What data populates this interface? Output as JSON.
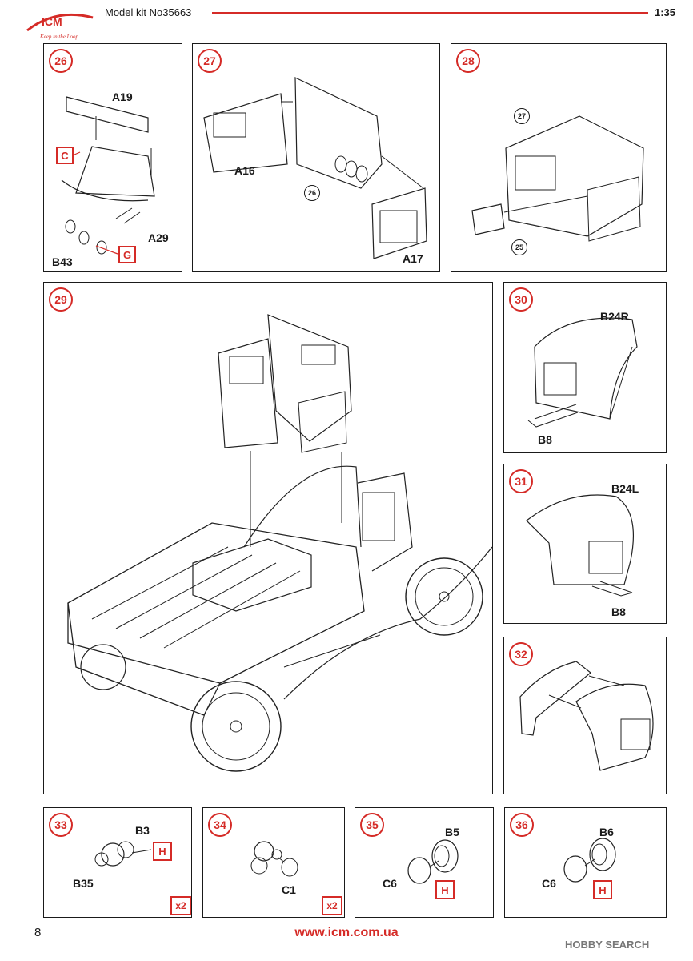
{
  "header": {
    "brand": "ICM",
    "tagline": "Keep in the Loop",
    "model_label": "Model kit No35663",
    "scale": "1:35"
  },
  "colors": {
    "accent": "#d52b27",
    "ink": "#1a1a1a"
  },
  "steps": [
    {
      "num": "26",
      "parts": [
        "A19",
        "A29",
        "B43"
      ],
      "markers": [
        "C",
        "G"
      ]
    },
    {
      "num": "27",
      "parts": [
        "A16",
        "A17"
      ],
      "refs": [
        "26"
      ]
    },
    {
      "num": "28",
      "refs": [
        "27",
        "25"
      ]
    },
    {
      "num": "29"
    },
    {
      "num": "30",
      "parts": [
        "B24R",
        "B8"
      ]
    },
    {
      "num": "31",
      "parts": [
        "B24L",
        "B8"
      ]
    },
    {
      "num": "32"
    },
    {
      "num": "33",
      "parts": [
        "B3",
        "B35"
      ],
      "markers": [
        "H"
      ],
      "multiplier": "x2"
    },
    {
      "num": "34",
      "parts": [
        "C1"
      ],
      "multiplier": "x2"
    },
    {
      "num": "35",
      "parts": [
        "B5",
        "C6"
      ],
      "markers": [
        "H"
      ]
    },
    {
      "num": "36",
      "parts": [
        "B6",
        "C6"
      ],
      "markers": [
        "H"
      ]
    }
  ],
  "footer": {
    "page_number": "8",
    "url": "www.icm.com.ua",
    "watermark": "HOBBY SEARCH"
  }
}
